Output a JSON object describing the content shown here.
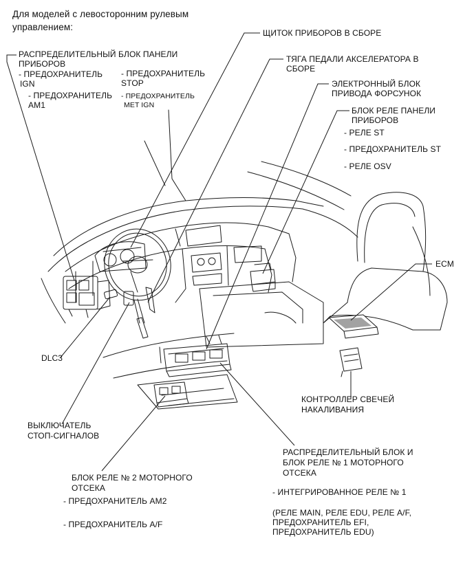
{
  "header": {
    "line1": "Для моделей с левосторонним рулевым",
    "line2": "управлением:"
  },
  "labels": {
    "instrument_panel_jb": {
      "line1": "РАСПРЕДЕЛИТЕЛЬНЫЙ БЛОК ПАНЕЛИ",
      "line2": "ПРИБОРОВ",
      "fuse_ign_1": "- ПРЕДОХРАНИТЕЛЬ",
      "fuse_ign_2": "IGN",
      "fuse_stop_1": "- ПРЕДОХРАНИТЕЛЬ",
      "fuse_stop_2": "STOP",
      "fuse_am1_1": "- ПРЕДОХРАНИТЕЛЬ",
      "fuse_am1_2": "AM1",
      "fuse_met_1": "- ПРЕДОХРАНИТЕЛЬ",
      "fuse_met_2": "MET IGN"
    },
    "combination_meter": "ЩИТОК ПРИБОРОВ В СБОРЕ",
    "accel_link": {
      "line1": "ТЯГА ПЕДАЛИ АКСЕЛЕРАТОРА В",
      "line2": "СБОРЕ"
    },
    "edu": {
      "line1": "ЭЛЕКТРОННЫЙ БЛОК",
      "line2": "ПРИВОДА ФОРСУНОК"
    },
    "instrument_panel_relay": {
      "line1": "БЛОК РЕЛЕ ПАНЕЛИ",
      "line2": "ПРИБОРОВ",
      "relay_st": "- РЕЛЕ ST",
      "fuse_st": "- ПРЕДОХРАНИТЕЛЬ ST",
      "relay_osv": "- РЕЛЕ OSV"
    },
    "ecm": "ECM",
    "dlc3": "DLC3",
    "glow_controller": {
      "line1": "КОНТРОЛЛЕР СВЕЧЕЙ",
      "line2": "НАКАЛИВАНИЯ"
    },
    "stop_switch": {
      "line1": "ВЫКЛЮЧАТЕЛЬ",
      "line2": "СТОП-СИГНАЛОВ"
    },
    "engine_room_jb": {
      "line1": "РАСПРЕДЕЛИТЕЛЬНЫЙ БЛОК И",
      "line2": "БЛОК РЕЛЕ № 1 МОТОРНОГО",
      "line3": "ОТСЕКА",
      "integration_relay": "- ИНТЕГРИРОВАННОЕ РЕЛЕ № 1",
      "relays_1": "(РЕЛЕ MAIN, РЕЛЕ EDU, РЕЛЕ A/F,",
      "relays_2": "ПРЕДОХРАНИТЕЛЬ EFI,",
      "relays_3": "ПРЕДОХРАНИТЕЛЬ EDU)"
    },
    "engine_room_relay2": {
      "line1": "БЛОК РЕЛЕ № 2 МОТОРНОГО",
      "line2": "ОТСЕКА",
      "fuse_am2": "- ПРЕДОХРАНИТЕЛЬ AM2",
      "fuse_af": "- ПРЕДОХРАНИТЕЛЬ A/F"
    }
  },
  "colors": {
    "line": "#1a1a1a",
    "fill": "#ffffff",
    "shade": "#555555"
  }
}
